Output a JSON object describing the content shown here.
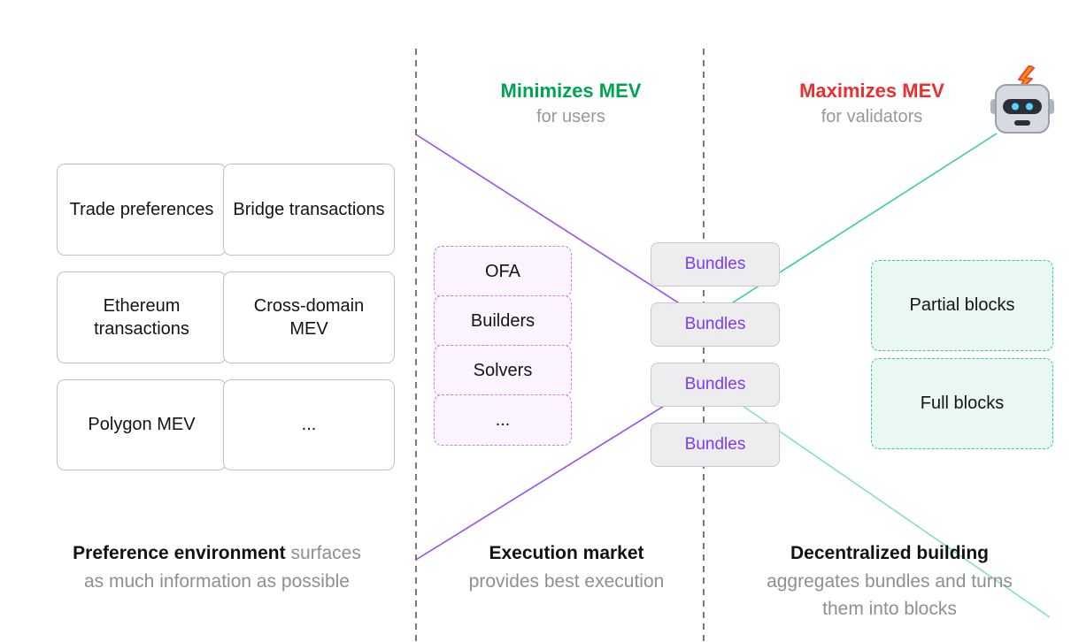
{
  "header_left": {
    "title": "Minimizes MEV",
    "subtitle": "for users"
  },
  "header_right": {
    "title": "Maximizes MEV",
    "subtitle": "for validators"
  },
  "icons": {
    "robot": "🤖"
  },
  "preference_env": {
    "boxes": [
      "Trade preferences",
      "Bridge transactions",
      "Ethereum transactions",
      "Cross-domain MEV",
      "Polygon MEV",
      "..."
    ],
    "caption_dark": "Preference environment",
    "caption_gray_line1": "surfaces",
    "caption_gray_line2": "as much information as possible"
  },
  "execution_market": {
    "boxes": [
      "OFA",
      "Builders",
      "Solvers",
      "..."
    ],
    "caption_dark": "Execution market",
    "caption_gray": "provides best execution"
  },
  "bundles": [
    "Bundles",
    "Bundles",
    "Bundles",
    "Bundles"
  ],
  "decentralized_building": {
    "boxes": [
      "Partial blocks",
      "Full blocks"
    ],
    "caption_dark": "Decentralized building",
    "caption_gray_line1": "aggregates bundles and turns",
    "caption_gray_line2": "them into blocks"
  },
  "colors": {
    "green_title": "#00a44f",
    "red_title": "#e8312e",
    "gray_text": "#8f8f93",
    "purple_text": "#7b3bf5",
    "purple_dashed_border": "#c77df0",
    "purple_fill": "#fcf4fe",
    "mint_dashed_border": "#2fd191",
    "mint_fill": "#e9f9f2",
    "bundle_fill": "#ededef",
    "bundle_border": "#c9c9cb",
    "purple_line": "#9a4df0",
    "green_line": "#36cf9d",
    "divider": "#3f3f3f"
  }
}
